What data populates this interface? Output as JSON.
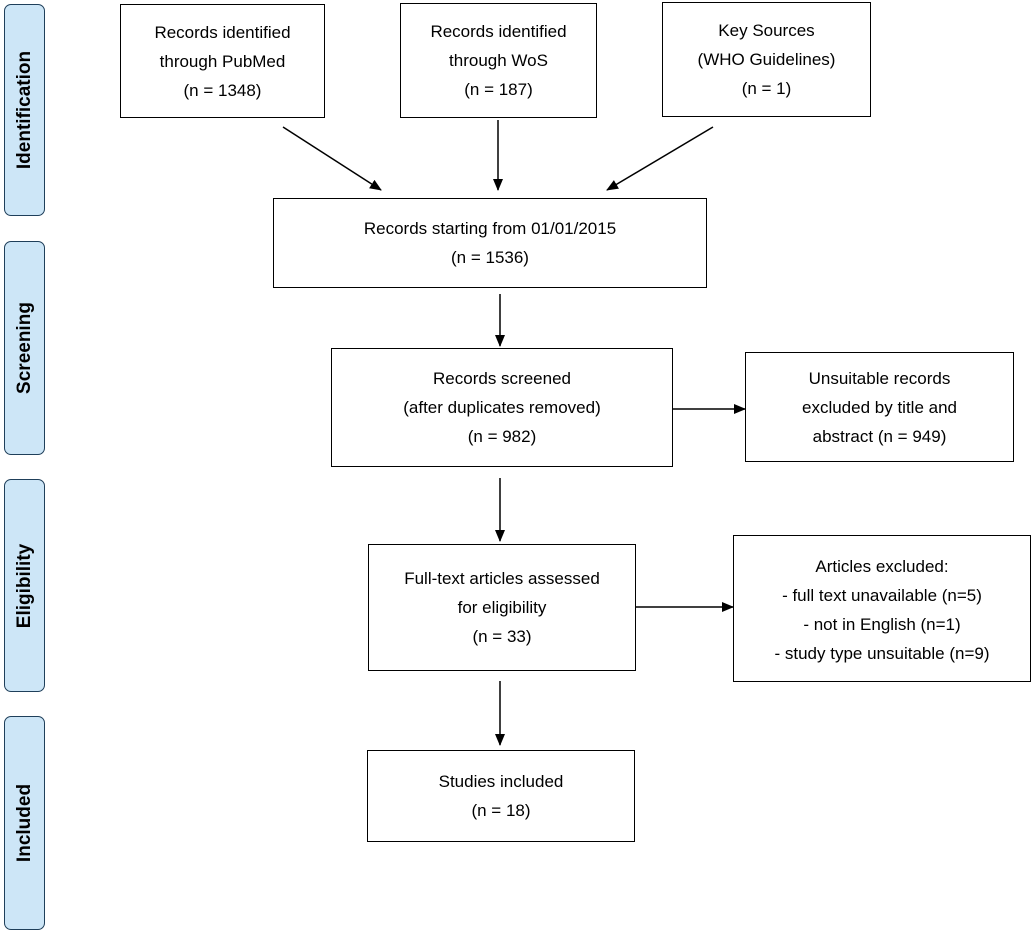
{
  "stages": {
    "identification": "Identification",
    "screening": "Screening",
    "eligibility": "Eligibility",
    "included": "Included"
  },
  "boxes": {
    "pubmed": {
      "line1": "Records identified",
      "line2": "through PubMed",
      "line3": "(n = 1348)"
    },
    "wos": {
      "line1": "Records identified",
      "line2": "through WoS",
      "line3": "(n = 187)"
    },
    "key_sources": {
      "line1": "Key Sources",
      "line2": "(WHO Guidelines)",
      "line3": "(n = 1)"
    },
    "records_starting": {
      "line1": "Records starting from 01/01/2015",
      "line2": "(n = 1536)"
    },
    "records_screened": {
      "line1": "Records screened",
      "line2": "(after duplicates removed)",
      "line3": "(n = 982)"
    },
    "unsuitable": {
      "line1": "Unsuitable records",
      "line2": "excluded by title and",
      "line3": "abstract (n = 949)"
    },
    "full_text": {
      "line1": "Full-text articles assessed",
      "line2": "for eligibility",
      "line3": "(n = 33)"
    },
    "articles_excluded": {
      "line1": "Articles excluded:",
      "line2": "- full text unavailable (n=5)",
      "line3": "- not in English (n=1)",
      "line4": "- study type unsuitable (n=9)"
    },
    "studies_included": {
      "line1": "Studies included",
      "line2": "(n = 18)"
    }
  }
}
